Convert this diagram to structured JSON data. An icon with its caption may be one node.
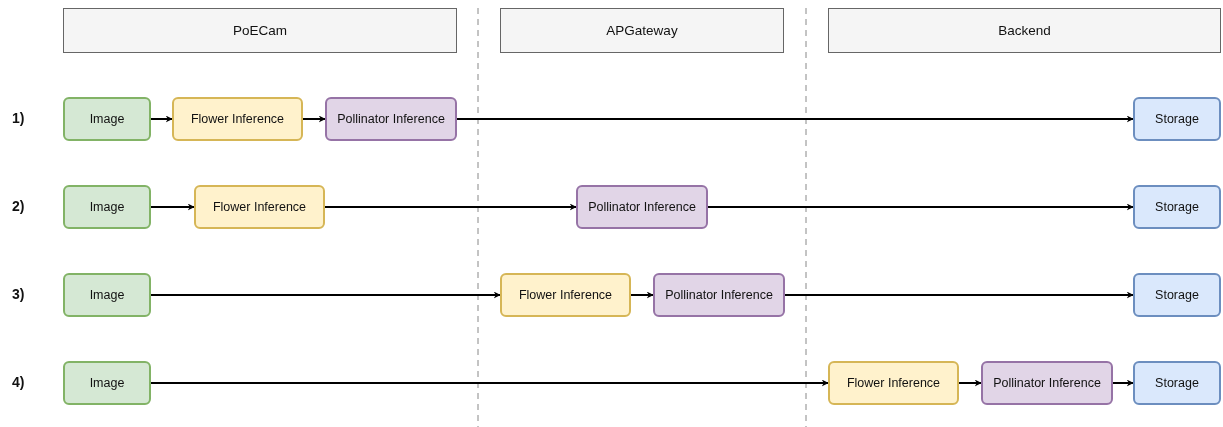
{
  "diagram": {
    "nodes": [
      {
        "text": [
          "PoECam"
        ]
      },
      {
        "text": [
          "APGateway"
        ]
      },
      {
        "text": [
          "Backend"
        ]
      },
      {
        "text": [
          "Image"
        ]
      },
      {
        "text": [
          "Flower Inference"
        ]
      },
      {
        "text": [
          "Pollinator Inference"
        ]
      },
      {
        "text": [
          "Storage"
        ]
      },
      {
        "text": [
          "Image"
        ]
      },
      {
        "text": [
          "Flower Inference"
        ]
      },
      {
        "text": [
          "Pollinator Inference"
        ]
      },
      {
        "text": [
          "Storage"
        ]
      },
      {
        "text": [
          "Image"
        ]
      },
      {
        "text": [
          "Flower Inference"
        ]
      },
      {
        "text": [
          "Pollinator Inference"
        ]
      },
      {
        "text": [
          "Storage"
        ]
      },
      {
        "text": [
          "Image"
        ]
      },
      {
        "text": [
          "Flower Inference"
        ]
      },
      {
        "text": [
          "Pollinator Inference"
        ]
      },
      {
        "text": [
          "Storage"
        ]
      }
    ],
    "edges": [
      {
        "from": 3,
        "to": 4,
        "arrow": "to"
      },
      {
        "from": 4,
        "to": 5,
        "arrow": "to"
      },
      {
        "from": 5,
        "to": 6,
        "arrow": "to"
      },
      {
        "from": 7,
        "to": 8,
        "arrow": "to"
      },
      {
        "from": 8,
        "to": 9,
        "arrow": "to"
      },
      {
        "from": 9,
        "to": 10,
        "arrow": "to"
      },
      {
        "from": 11,
        "to": 12,
        "arrow": "to"
      },
      {
        "from": 12,
        "to": 13,
        "arrow": "to"
      },
      {
        "from": 13,
        "to": 14,
        "arrow": "to"
      },
      {
        "from": 15,
        "to": 16,
        "arrow": "to"
      },
      {
        "from": 16,
        "to": 17,
        "arrow": "to"
      },
      {
        "from": 17,
        "to": 18,
        "arrow": "to"
      }
    ],
    "labels": [
      "1)",
      "2)",
      "3)",
      "4)"
    ]
  }
}
